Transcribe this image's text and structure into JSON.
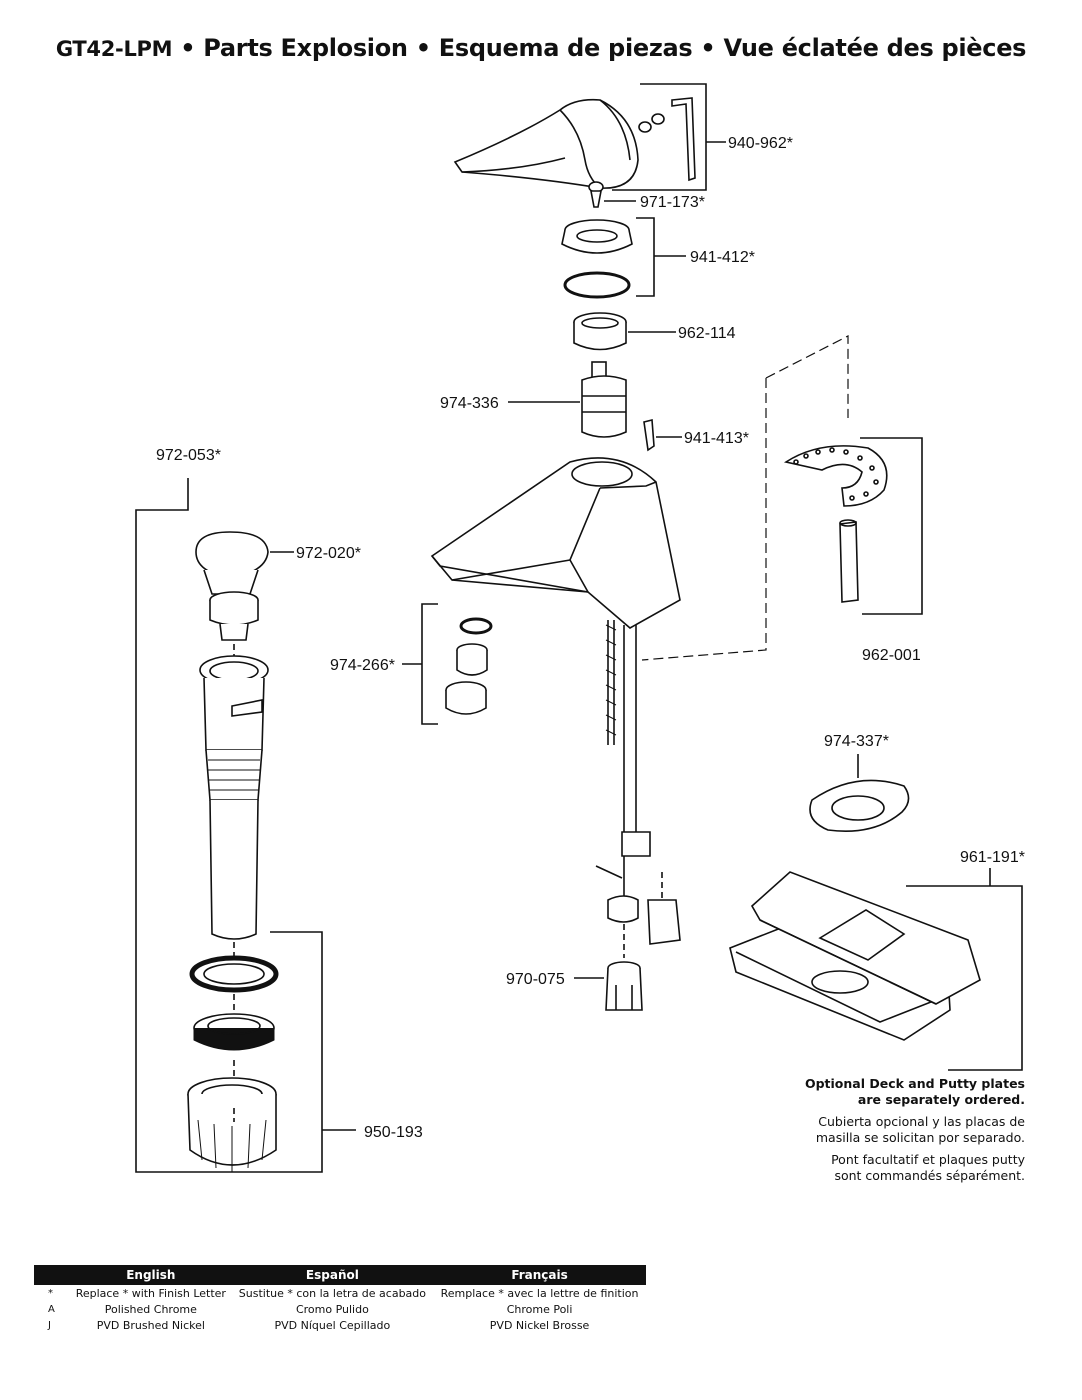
{
  "title": {
    "model": "GT42-LPM",
    "separator": "•",
    "en": "Parts Explosion",
    "es": "Esquema de piezas",
    "fr": "Vue éclatée des pièces"
  },
  "parts": {
    "p940_962": "940-962*",
    "p971_173": "971-173*",
    "p941_412": "941-412*",
    "p962_114": "962-114",
    "p974_336": "974-336",
    "p941_413": "941-413*",
    "p972_053": "972-053*",
    "p972_020": "972-020*",
    "p974_266": "974-266*",
    "p962_001": "962-001",
    "p974_337": "974-337*",
    "p961_191": "961-191*",
    "p970_075": "970-075",
    "p950_193": "950-193"
  },
  "note": {
    "en_line1": "Optional Deck and Putty plates",
    "en_line2": "are separately ordered.",
    "es_line1": "Cubierta opcional y las placas de",
    "es_line2": "masilla se solicitan por separado.",
    "fr_line1": "Pont facultatif et plaques putty",
    "fr_line2": "sont commandés séparément."
  },
  "legend": {
    "headers": [
      "English",
      "Español",
      "Français"
    ],
    "rows": [
      {
        "symbol": "*",
        "en": "Replace * with Finish Letter",
        "es": "Sustitue * con la letra de acabado",
        "fr": "Remplace * avec la lettre de finition"
      },
      {
        "symbol": "A",
        "en": "Polished Chrome",
        "es": "Cromo Pulido",
        "fr": "Chrome Poli"
      },
      {
        "symbol": "J",
        "en": "PVD Brushed Nickel",
        "es": "PVD Níquel Cepillado",
        "fr": "PVD Nickel Brosse"
      }
    ]
  }
}
